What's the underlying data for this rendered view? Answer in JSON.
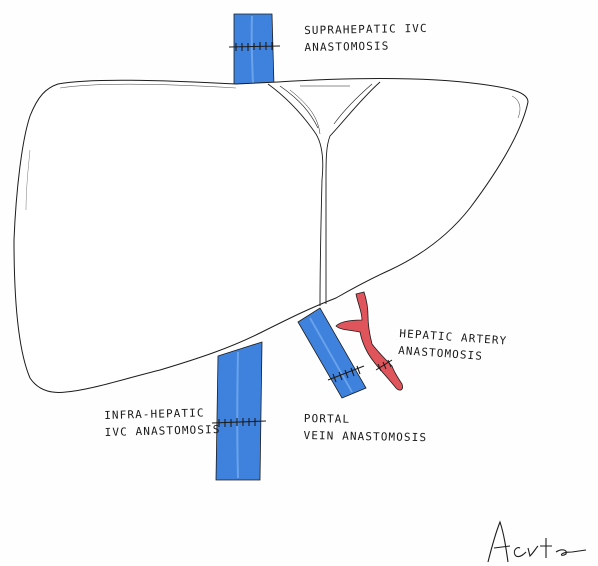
{
  "colors": {
    "ivc_blue": "#3f82dd",
    "artery_red": "#e0545c",
    "outline": "#1c1c1c"
  },
  "labels": {
    "supra_line1": "SUPRAHEPATIC IVC",
    "supra_line2": "ANASTOMOSIS",
    "infra_line1": "INFRA-HEPATIC",
    "infra_line2": "IVC ANASTOMOSIS",
    "portal_line1": "PORTAL",
    "portal_line2": "VEIN ANASTOMOSIS",
    "hepatic_line1": "HEPATIC ARTERY",
    "hepatic_line2": "ANASTOMOSIS"
  },
  "signature": {
    "text": "Acute"
  }
}
